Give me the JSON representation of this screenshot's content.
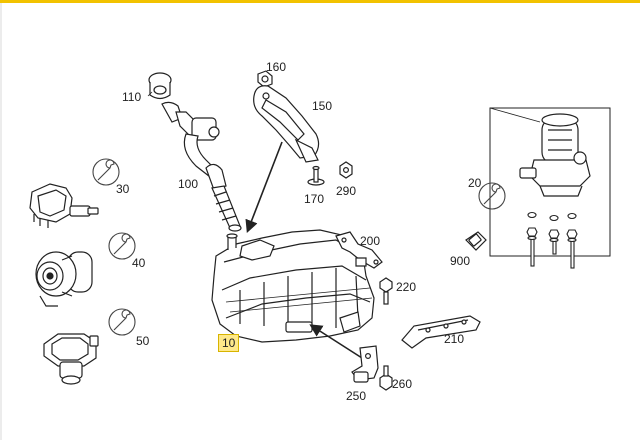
{
  "callouts": {
    "c110": "110",
    "c160": "160",
    "c150": "150",
    "c290": "290",
    "c170": "170",
    "c100": "100",
    "c30": "30",
    "c40": "40",
    "c50": "50",
    "c10": "10",
    "c200": "200",
    "c220": "220",
    "c210": "210",
    "c250": "250",
    "c260": "260",
    "c20": "20",
    "c900": "900"
  },
  "colors": {
    "accent_bar": "#f2c200",
    "highlight_bg": "#ffe98a",
    "line": "#222222"
  },
  "icons": [
    "wrench-icon"
  ]
}
